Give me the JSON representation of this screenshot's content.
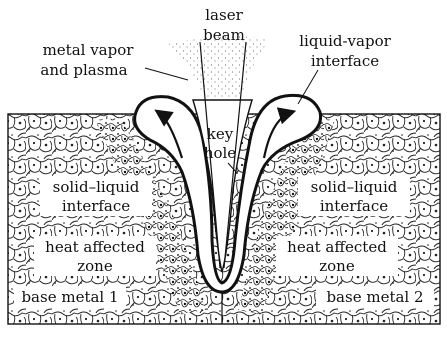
{
  "labels": {
    "laser_beam_1": "laser",
    "laser_beam_2": "beam",
    "metal_vapor_1": "metal vapor",
    "metal_vapor_2": "and plasma",
    "liquid_vapor_1": "liquid-vapor",
    "liquid_vapor_2": "interface",
    "key_hole_1": "key",
    "key_hole_2": "hole",
    "solid_liquid_left_1": "solid–liquid",
    "solid_liquid_left_2": "interface",
    "solid_liquid_right_1": "solid–liquid",
    "solid_liquid_right_2": "interface",
    "haz_left_1": "heat affected",
    "haz_left_2": "zone",
    "haz_right_1": "heat affected",
    "haz_right_2": "zone",
    "base_metal_1": "base metal 1",
    "base_metal_2": "base metal 2"
  },
  "colors": {
    "ink": "#111111",
    "background": "#ffffff",
    "melt_pool": "#ffffff"
  }
}
